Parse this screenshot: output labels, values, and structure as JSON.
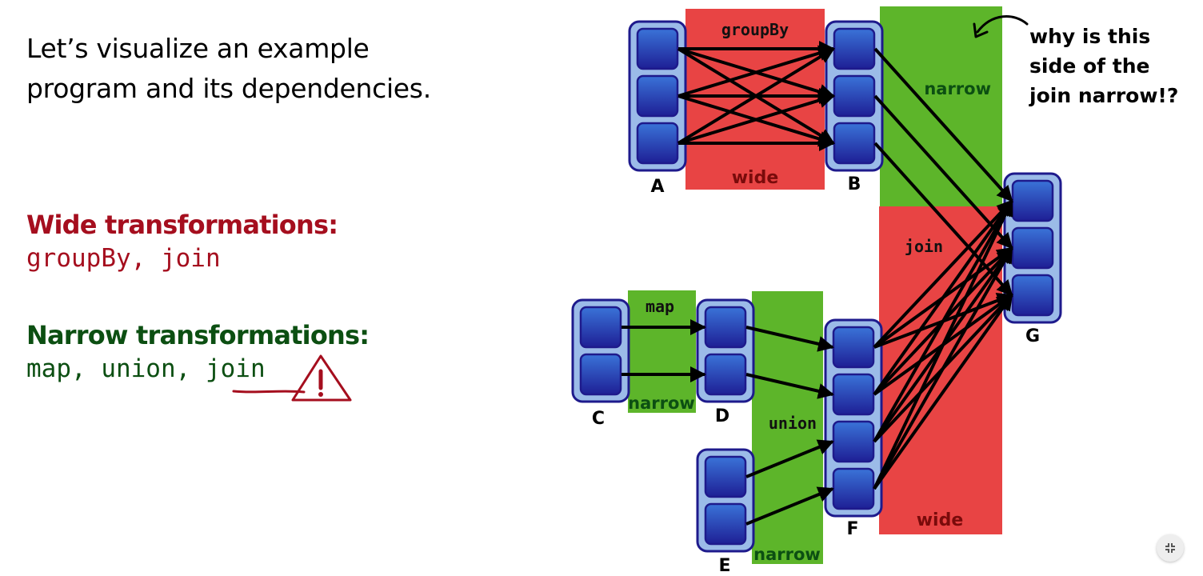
{
  "intro": {
    "line1": "Let’s visualize an example",
    "line2": "program and its dependencies."
  },
  "wide": {
    "heading": "Wide transformations:",
    "ops": "groupBy, join"
  },
  "narrow": {
    "heading": "Narrow transformations:",
    "ops": "map, union, join",
    "warning_icon": "warning-triangle-icon"
  },
  "colors": {
    "wide_text": "#a50e1e",
    "narrow_text": "#0c4f12",
    "wide_region": "#e84444",
    "narrow_region": "#5db52a",
    "rdd_outer": "#9bbbe8",
    "rdd_border": "#1e1a8c",
    "partition": "#2d3fc0"
  },
  "diagram": {
    "rdds": [
      {
        "id": "A",
        "label": "A",
        "partitions": 3
      },
      {
        "id": "B",
        "label": "B",
        "partitions": 3
      },
      {
        "id": "C",
        "label": "C",
        "partitions": 2
      },
      {
        "id": "D",
        "label": "D",
        "partitions": 2
      },
      {
        "id": "E",
        "label": "E",
        "partitions": 2
      },
      {
        "id": "F",
        "label": "F",
        "partitions": 4
      },
      {
        "id": "G",
        "label": "G",
        "partitions": 3
      }
    ],
    "regions": [
      {
        "id": "groupBy",
        "op": "groupBy",
        "kind": "wide",
        "kind_label": "wide"
      },
      {
        "id": "join-left",
        "op": "",
        "kind": "narrow",
        "kind_label": "narrow"
      },
      {
        "id": "join-right",
        "op": "join",
        "kind": "wide",
        "kind_label": "wide"
      },
      {
        "id": "map",
        "op": "map",
        "kind": "narrow",
        "kind_label": "narrow"
      },
      {
        "id": "union",
        "op": "union",
        "kind": "narrow",
        "kind_label": "narrow"
      }
    ],
    "edges": [
      {
        "from": "A",
        "to": "B",
        "type": "all-to-all"
      },
      {
        "from": "B",
        "to": "G",
        "type": "one-to-one"
      },
      {
        "from": "C",
        "to": "D",
        "type": "one-to-one"
      },
      {
        "from": "D",
        "to": "F",
        "type": "one-to-one-offset-0"
      },
      {
        "from": "E",
        "to": "F",
        "type": "one-to-one-offset-2"
      },
      {
        "from": "F",
        "to": "G",
        "type": "all-to-all"
      }
    ],
    "annotation": {
      "line1": "why is this",
      "line2": "side of the",
      "line3": "join narrow!?"
    }
  },
  "controls": {
    "exit_fullscreen_icon": "exit-fullscreen-icon"
  }
}
